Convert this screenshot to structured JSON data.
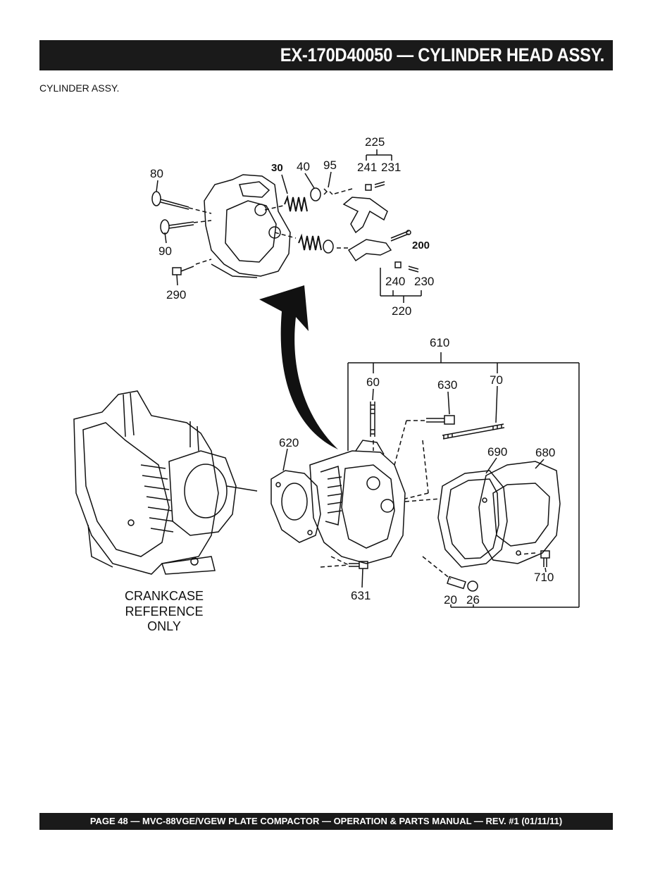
{
  "header": {
    "title": "EX-170D40050  —  CYLINDER HEAD ASSY."
  },
  "subtitle": "CYLINDER ASSY.",
  "diagram": {
    "callouts": {
      "p225": "225",
      "p241": "241",
      "p231": "231",
      "p80": "80",
      "p30": "30",
      "p40": "40",
      "p95": "95",
      "p90": "90",
      "p200": "200",
      "p290": "290",
      "p240": "240",
      "p230": "230",
      "p220": "220",
      "p610": "610",
      "p60": "60",
      "p630": "630",
      "p70": "70",
      "p620": "620",
      "p690": "690",
      "p680": "680",
      "p710": "710",
      "p631": "631",
      "p20": "20",
      "p26": "26"
    },
    "note": {
      "line1": "CRANKCASE",
      "line2": "REFERENCE",
      "line3": "ONLY"
    }
  },
  "footer": {
    "text": "PAGE 48 — MVC-88VGE/VGEW PLATE COMPACTOR —  OPERATION & PARTS MANUAL — REV. #1 (01/11/11)"
  }
}
